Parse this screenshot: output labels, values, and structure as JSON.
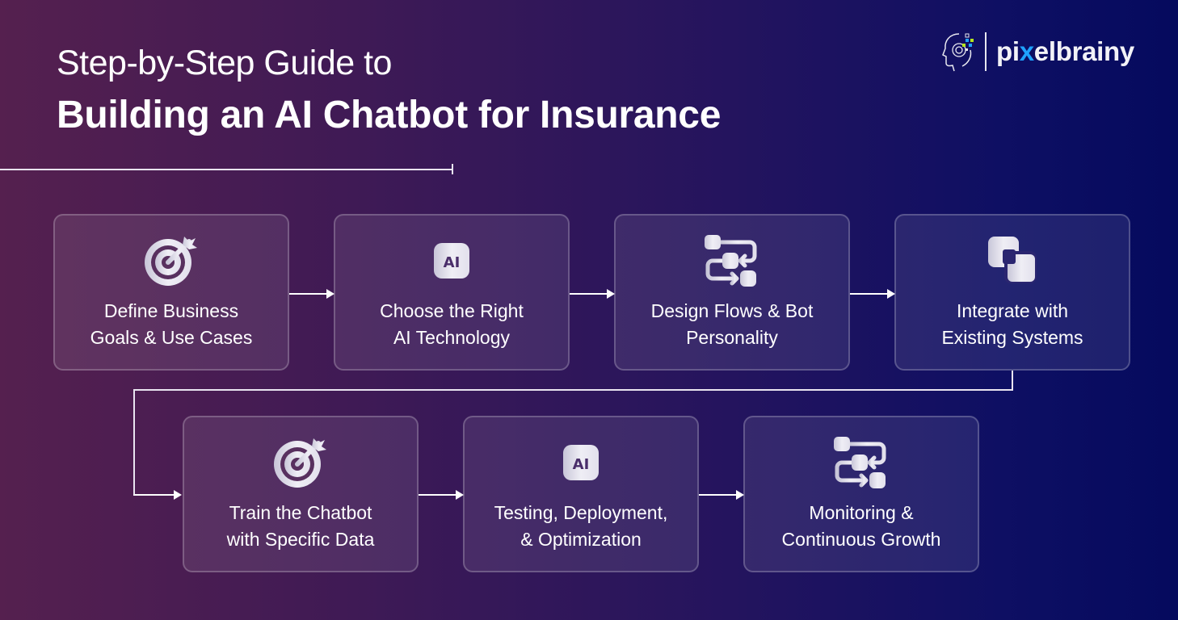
{
  "header": {
    "title_line1": "Step-by-Step Guide to",
    "title_line2": "Building an AI Chatbot for Insurance"
  },
  "logo": {
    "text_before": "pi",
    "text_dot": "x",
    "text_after": "elbrainy",
    "icon": "brain-head-icon"
  },
  "colors": {
    "background_left": "#55204f",
    "background_right": "#050a5e",
    "logo_accent": "#1fa3ff",
    "logo_accent2": "#b5e61d",
    "text": "#ffffff"
  },
  "steps": [
    {
      "label": "Define Business\nGoals & Use Cases",
      "icon": "target-icon"
    },
    {
      "label": "Choose the Right\nAI Technology",
      "icon": "ai-chip-icon"
    },
    {
      "label": "Design Flows & Bot\nPersonality",
      "icon": "flow-icon"
    },
    {
      "label": "Integrate with\nExisting Systems",
      "icon": "integration-icon"
    },
    {
      "label": "Train the Chatbot\nwith Specific Data",
      "icon": "target-icon"
    },
    {
      "label": "Testing, Deployment,\n& Optimization",
      "icon": "ai-chip-icon"
    },
    {
      "label": "Monitoring &\nContinuous Growth",
      "icon": "flow-icon"
    }
  ]
}
